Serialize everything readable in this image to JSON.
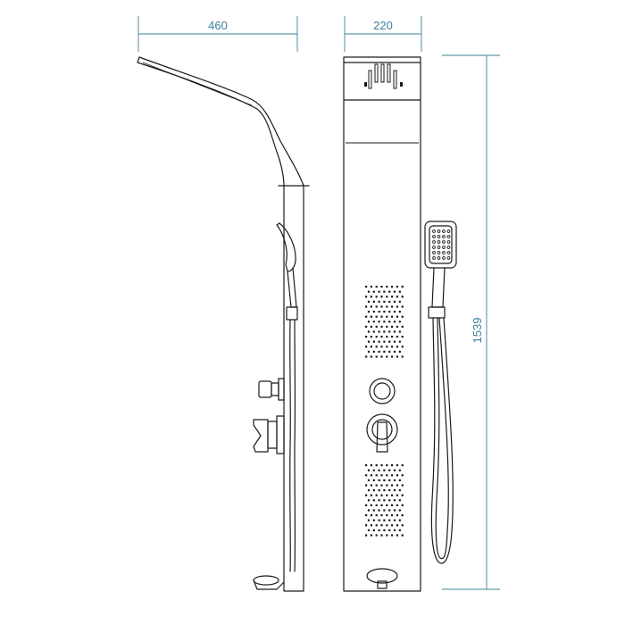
{
  "dimensions": {
    "side_width": "460",
    "front_width": "220",
    "height": "1539"
  },
  "colors": {
    "dimension": "#3d7f9a",
    "outline": "#1a1a1a",
    "background": "#ffffff"
  }
}
